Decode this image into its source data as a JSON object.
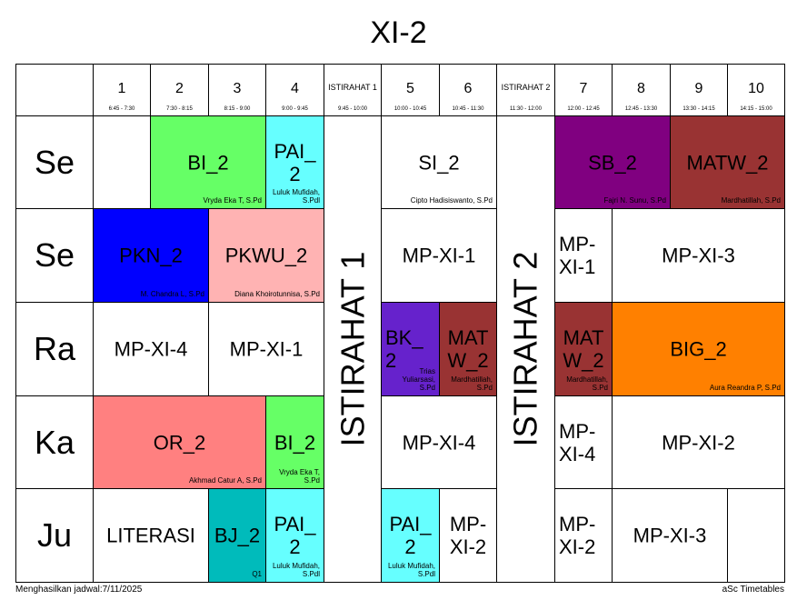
{
  "title": "XI-2",
  "periods": [
    {
      "label": "1",
      "time": "6:45 - 7:30"
    },
    {
      "label": "2",
      "time": "7:30 - 8:15"
    },
    {
      "label": "3",
      "time": "8:15 - 9:00"
    },
    {
      "label": "4",
      "time": "9:00 - 9:45"
    },
    {
      "label": "ISTIRAHAT 1",
      "time": "9:45 - 10:00"
    },
    {
      "label": "5",
      "time": "10:00 - 10:45"
    },
    {
      "label": "6",
      "time": "10:45 - 11:30"
    },
    {
      "label": "ISTIRAHAT 2",
      "time": "11:30 - 12:00"
    },
    {
      "label": "7",
      "time": "12:00 - 12:45"
    },
    {
      "label": "8",
      "time": "12:45 - 13:30"
    },
    {
      "label": "9",
      "time": "13:30 - 14:15"
    },
    {
      "label": "10",
      "time": "14:15 - 15:00"
    }
  ],
  "days": [
    "Se",
    "Se",
    "Ra",
    "Ka",
    "Ju"
  ],
  "breaks": [
    "ISTIRAHAT 1",
    "ISTIRAHAT 2"
  ],
  "lessons": [
    {
      "day": 0,
      "start": 1,
      "span": 1,
      "subject": "",
      "teacher": "",
      "color": "#ffffff"
    },
    {
      "day": 0,
      "start": 2,
      "span": 2,
      "subject": "BI_2",
      "teacher": "Vryda Eka T, S.Pd",
      "color": "#66ff66"
    },
    {
      "day": 0,
      "start": 4,
      "span": 1,
      "subject": "PAI_ 2",
      "teacher": "Luluk Mufidah, S.Pdl",
      "color": "#66ffff"
    },
    {
      "day": 0,
      "start": 6,
      "span": 2,
      "subject": "SI_2",
      "teacher": "Cipto Hadisiswanto, S.Pd",
      "color": "#ffffff"
    },
    {
      "day": 0,
      "start": 9,
      "span": 2,
      "subject": "SB_2",
      "teacher": "Fajri N. Sunu, S.Pd",
      "color": "#800080"
    },
    {
      "day": 0,
      "start": 11,
      "span": 2,
      "subject": "MATW_2",
      "teacher": "Mardhatillah, S.Pd",
      "color": "#993333"
    },
    {
      "day": 1,
      "start": 1,
      "span": 2,
      "subject": "PKN_2",
      "teacher": "M. Chandra L, S.Pd",
      "color": "#0000ff"
    },
    {
      "day": 1,
      "start": 3,
      "span": 2,
      "subject": "PKWU_2",
      "teacher": "Diana Khoirotunnisa, S.Pd",
      "color": "#ffb3b3"
    },
    {
      "day": 1,
      "start": 6,
      "span": 2,
      "subject": "MP-XI-1",
      "teacher": "",
      "color": "#ffffff"
    },
    {
      "day": 1,
      "start": 9,
      "span": 1,
      "subject": "MP- XI-1",
      "teacher": "",
      "color": "#ffffff",
      "align": "left"
    },
    {
      "day": 1,
      "start": 10,
      "span": 3,
      "subject": "MP-XI-3",
      "teacher": "",
      "color": "#ffffff"
    },
    {
      "day": 2,
      "start": 1,
      "span": 2,
      "subject": "MP-XI-4",
      "teacher": "",
      "color": "#ffffff"
    },
    {
      "day": 2,
      "start": 3,
      "span": 2,
      "subject": "MP-XI-1",
      "teacher": "",
      "color": "#ffffff"
    },
    {
      "day": 2,
      "start": 6,
      "span": 1,
      "subject": "BK_ 2",
      "teacher": "Trias Yuliarsasi, S.Pd",
      "color": "#6622cc",
      "align": "left"
    },
    {
      "day": 2,
      "start": 7,
      "span": 1,
      "subject": "MAT W_2",
      "teacher": "Mardhatillah, S.Pd",
      "color": "#993333"
    },
    {
      "day": 2,
      "start": 9,
      "span": 1,
      "subject": "MAT W_2",
      "teacher": "Mardhatillah, S.Pd",
      "color": "#993333"
    },
    {
      "day": 2,
      "start": 10,
      "span": 3,
      "subject": "BIG_2",
      "teacher": "Aura Reandra P, S.Pd",
      "color": "#ff8000"
    },
    {
      "day": 3,
      "start": 1,
      "span": 3,
      "subject": "OR_2",
      "teacher": "Akhmad Catur A, S.Pd",
      "color": "#ff8080"
    },
    {
      "day": 3,
      "start": 4,
      "span": 1,
      "subject": "BI_2",
      "teacher": "Vryda Eka T, S.Pd",
      "color": "#66ff66"
    },
    {
      "day": 3,
      "start": 6,
      "span": 2,
      "subject": "MP-XI-4",
      "teacher": "",
      "color": "#ffffff"
    },
    {
      "day": 3,
      "start": 9,
      "span": 1,
      "subject": "MP- XI-4",
      "teacher": "",
      "color": "#ffffff",
      "align": "left"
    },
    {
      "day": 3,
      "start": 10,
      "span": 3,
      "subject": "MP-XI-2",
      "teacher": "",
      "color": "#ffffff"
    },
    {
      "day": 4,
      "start": 1,
      "span": 2,
      "subject": "LITERASI",
      "teacher": "",
      "color": "#ffffff"
    },
    {
      "day": 4,
      "start": 3,
      "span": 1,
      "subject": "BJ_2",
      "teacher": "Q1",
      "color": "#00bbbb"
    },
    {
      "day": 4,
      "start": 4,
      "span": 1,
      "subject": "PAI_ 2",
      "teacher": "Luluk Mufidah, S.Pdl",
      "color": "#66ffff"
    },
    {
      "day": 4,
      "start": 6,
      "span": 1,
      "subject": "PAI_ 2",
      "teacher": "Luluk Mufidah, S.Pdl",
      "color": "#66ffff"
    },
    {
      "day": 4,
      "start": 7,
      "span": 1,
      "subject": "MP- XI-2",
      "teacher": "",
      "color": "#ffffff"
    },
    {
      "day": 4,
      "start": 9,
      "span": 1,
      "subject": "MP- XI-2",
      "teacher": "",
      "color": "#ffffff",
      "align": "left"
    },
    {
      "day": 4,
      "start": 10,
      "span": 2,
      "subject": "MP-XI-3",
      "teacher": "",
      "color": "#ffffff"
    },
    {
      "day": 4,
      "start": 12,
      "span": 1,
      "subject": "",
      "teacher": "",
      "color": "#ffffff"
    }
  ],
  "footer": {
    "left": "Menghasilkan jadwal:7/11/2025",
    "right": "aSc Timetables"
  }
}
